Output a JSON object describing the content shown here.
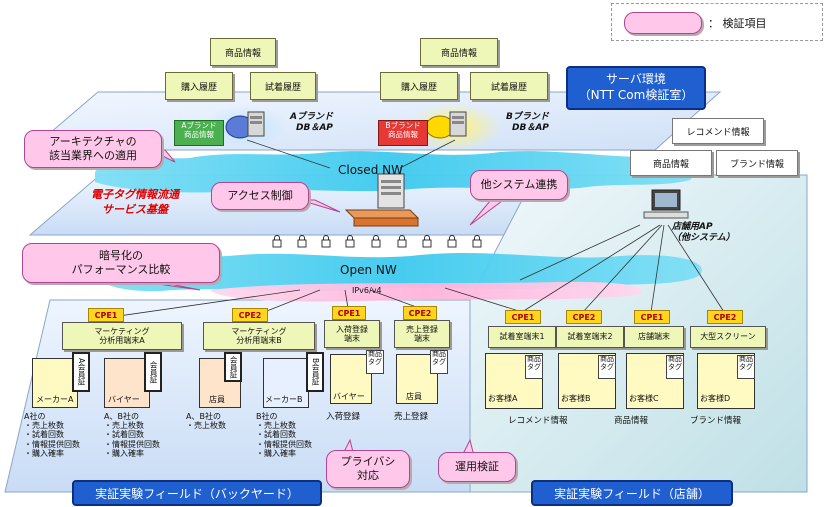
{
  "legend": {
    "label": "： 検証項目"
  },
  "server_env": {
    "title": "サーバ環境",
    "subtitle": "（NTT Com検証室）"
  },
  "brand_a": {
    "notes": [
      "商品情報",
      "購入履歴",
      "試着履歴"
    ],
    "badge_line1": "Aブランド",
    "badge_line2": "商品情報",
    "db_line1": "Aブランド",
    "db_line2": "DB＆AP"
  },
  "brand_b": {
    "notes": [
      "商品情報",
      "購入履歴",
      "試着履歴"
    ],
    "badge_line1": "Bブランド",
    "badge_line2": "商品情報",
    "db_line1": "Bブランド",
    "db_line2": "DB＆AP"
  },
  "networks": {
    "closed": "Closed NW",
    "open": "Open NW",
    "ip": "IPv6/v4"
  },
  "callouts": {
    "architecture_line1": "アーキテクチャの",
    "architecture_line2": "該当業界への適用",
    "access": "アクセス制御",
    "other_systems": "他システム連携",
    "encryption_line1": "暗号化の",
    "encryption_line2": "パフォーマンス比較",
    "privacy_line1": "プライバシ",
    "privacy_line2": "対応",
    "operation": "運用検証"
  },
  "platform": {
    "line1": "電子タグ情報流通",
    "line2": "サービス基盤"
  },
  "store_ap": {
    "line1": "店舗用AP",
    "line2": "（他システム）"
  },
  "store_notes": [
    "レコメンド情報",
    "商品情報",
    "ブランド情報"
  ],
  "fields": {
    "backyard": "実証実験フィールド（バックヤード）",
    "store": "実証実験フィールド（店舗）"
  },
  "backyard": {
    "cpe": [
      "CPE1",
      "CPE2",
      "CPE1",
      "CPE2"
    ],
    "terminals": [
      {
        "line1": "マーケティング",
        "line2": "分析用端末A"
      },
      {
        "line1": "マーケティング",
        "line2": "分析用端末B"
      },
      {
        "line1": "入荷登録",
        "line2": "端末"
      },
      {
        "line1": "売上登録",
        "line2": "端末"
      }
    ],
    "users": [
      "メーカーA",
      "バイヤー",
      "店員",
      "メーカーB",
      "バイヤー",
      "店員"
    ],
    "cards": [
      "A会員証",
      "会員証",
      "会員証",
      "B会員証"
    ],
    "tag_label": "商品タグ",
    "labels": {
      "arrival": "入荷登録",
      "sales": "売上登録",
      "a_title": "A社の",
      "a_items": [
        "・売上枚数",
        "・試着回数",
        "・情報提供回数",
        "・購入確率"
      ],
      "ab_title": "A、B社の",
      "ab_items": [
        "・売上枚数",
        "・試着回数",
        "・情報提供回数",
        "・購入確率"
      ],
      "ab2_title": "A、B社の",
      "ab2_items": [
        "・売上枚数"
      ],
      "b_title": "B社の",
      "b_items": [
        "・売上枚数",
        "・試着回数",
        "・情報提供回数",
        "・購入確率"
      ]
    }
  },
  "store": {
    "cpe": [
      "CPE1",
      "CPE2",
      "CPE1",
      "CPE2"
    ],
    "terminals": [
      {
        "line1": "試着室端末1",
        "line2": ""
      },
      {
        "line1": "試着室端末2",
        "line2": ""
      },
      {
        "line1": "店舗端末",
        "line2": ""
      },
      {
        "line1": "大型スクリーン",
        "line2": ""
      }
    ],
    "users": [
      "お客様A",
      "お客様B",
      "お客様C",
      "お客様D"
    ],
    "tag_label": "商品タグ",
    "bottom_labels": [
      "レコメンド情報",
      "商品情報",
      "ブランド情報"
    ]
  },
  "colors": {
    "accent_blue": "#1f5fd0",
    "pink": "#ffc8ea",
    "cpe_yellow": "#ffd61f",
    "note_green": "#eef7b8"
  }
}
